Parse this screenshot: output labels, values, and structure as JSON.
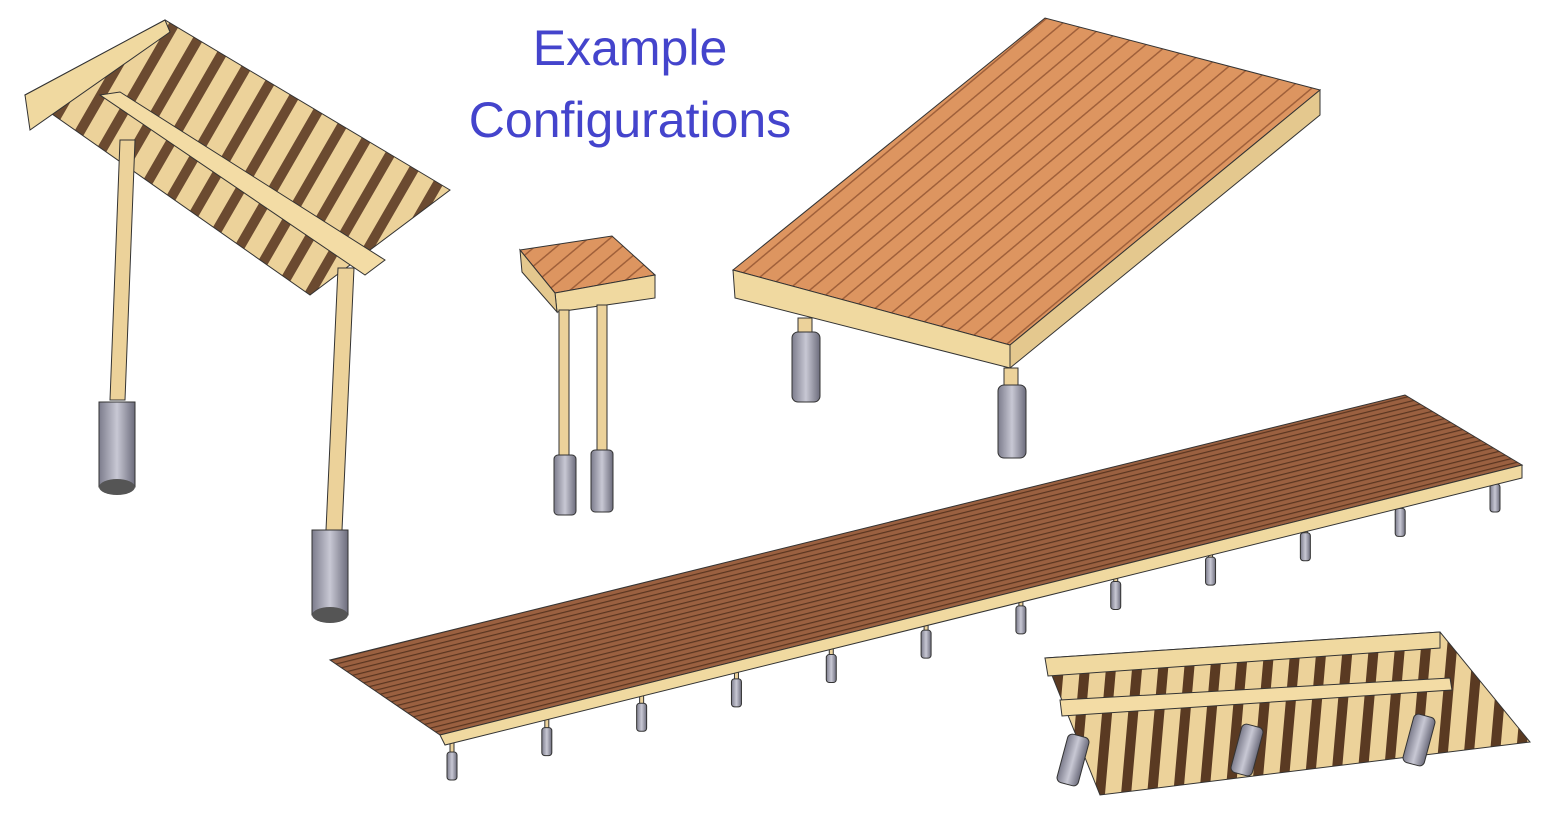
{
  "title": {
    "line1": "Example",
    "line2": "Configurations"
  },
  "colors": {
    "title": "#4444cc",
    "wood_light": "#f0d9a0",
    "wood_deck": "#d9905a",
    "wood_dark": "#8a5a3a",
    "pile": "#a8a8b8"
  },
  "configurations": [
    "underside-frame-with-long-legs",
    "small-platform",
    "large-deck",
    "long-walkway",
    "underside-frame-with-piles"
  ]
}
